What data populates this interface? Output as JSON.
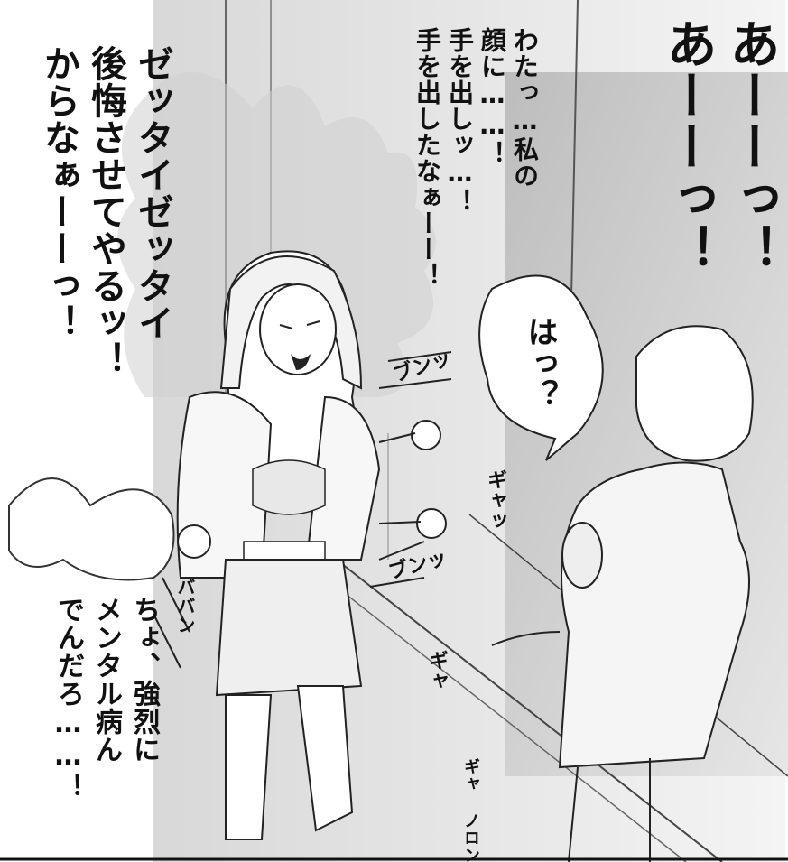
{
  "panel": {
    "speech": {
      "ahh": [
        "あーーっ！",
        "あーーっ！"
      ],
      "watashi": [
        "わたっ…私の",
        "顔に……！",
        "手を出しッ…！",
        "手を出したなぁーー！"
      ],
      "zettai": [
        "ゼッタイゼッタイ",
        "後悔させてやるッ！",
        "からなぁーーっ！"
      ],
      "ha": [
        "はっ？"
      ],
      "choyo": [
        "ちょ、強烈に",
        "メンタル病ん",
        "でんだろ……！"
      ]
    },
    "sfx": [
      "ブンッ",
      "ブンッ",
      "ギャッ",
      "ギャ",
      "ギャ ノロン",
      "ババン"
    ]
  }
}
